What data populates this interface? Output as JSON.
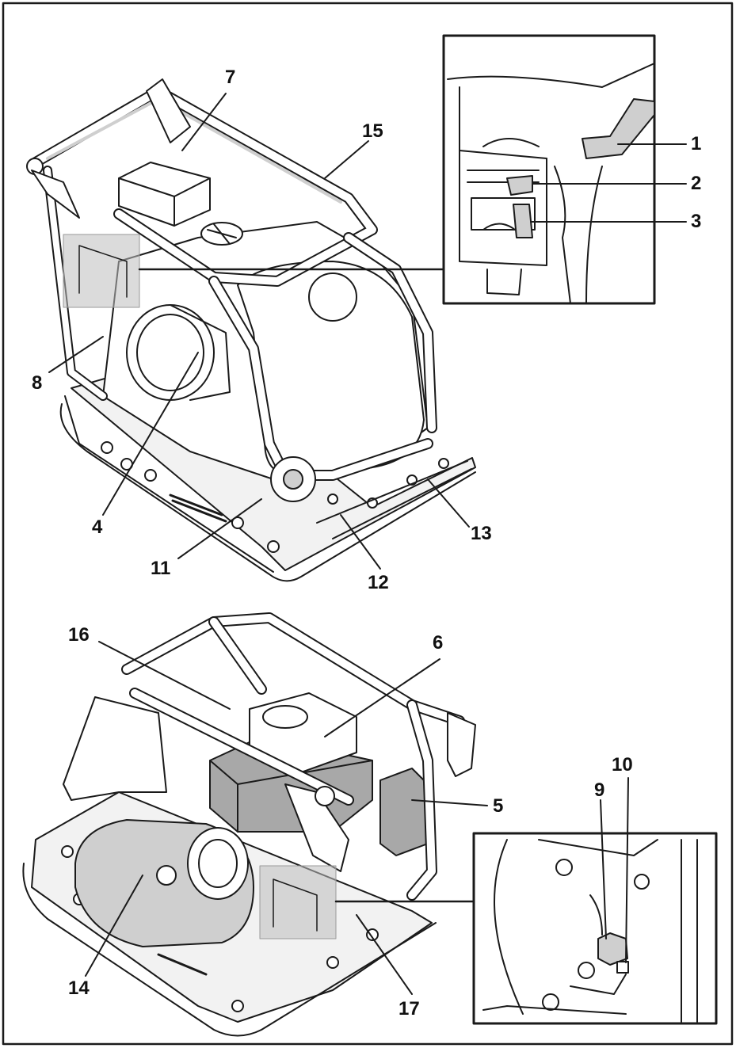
{
  "callouts": {
    "c1": "1",
    "c2": "2",
    "c3": "3",
    "c4": "4",
    "c5": "5",
    "c6": "6",
    "c7": "7",
    "c8": "8",
    "c9": "9",
    "c10": "10",
    "c11": "11",
    "c12": "12",
    "c13": "13",
    "c14": "14",
    "c15": "15",
    "c16": "16",
    "c17": "17"
  },
  "colors": {
    "line": "#1a1a1a",
    "light_fill": "#ffffff",
    "shade": "#cfcfcf",
    "dark_shade": "#a8a8a8",
    "highlight_box": "#bdbdbd"
  },
  "icons": {
    "top_view": "plate-compactor-front-view",
    "bottom_view": "plate-compactor-rear-view",
    "detail_top": "fuel-cock-choke-detail",
    "detail_bottom": "oil-drain-detail"
  }
}
